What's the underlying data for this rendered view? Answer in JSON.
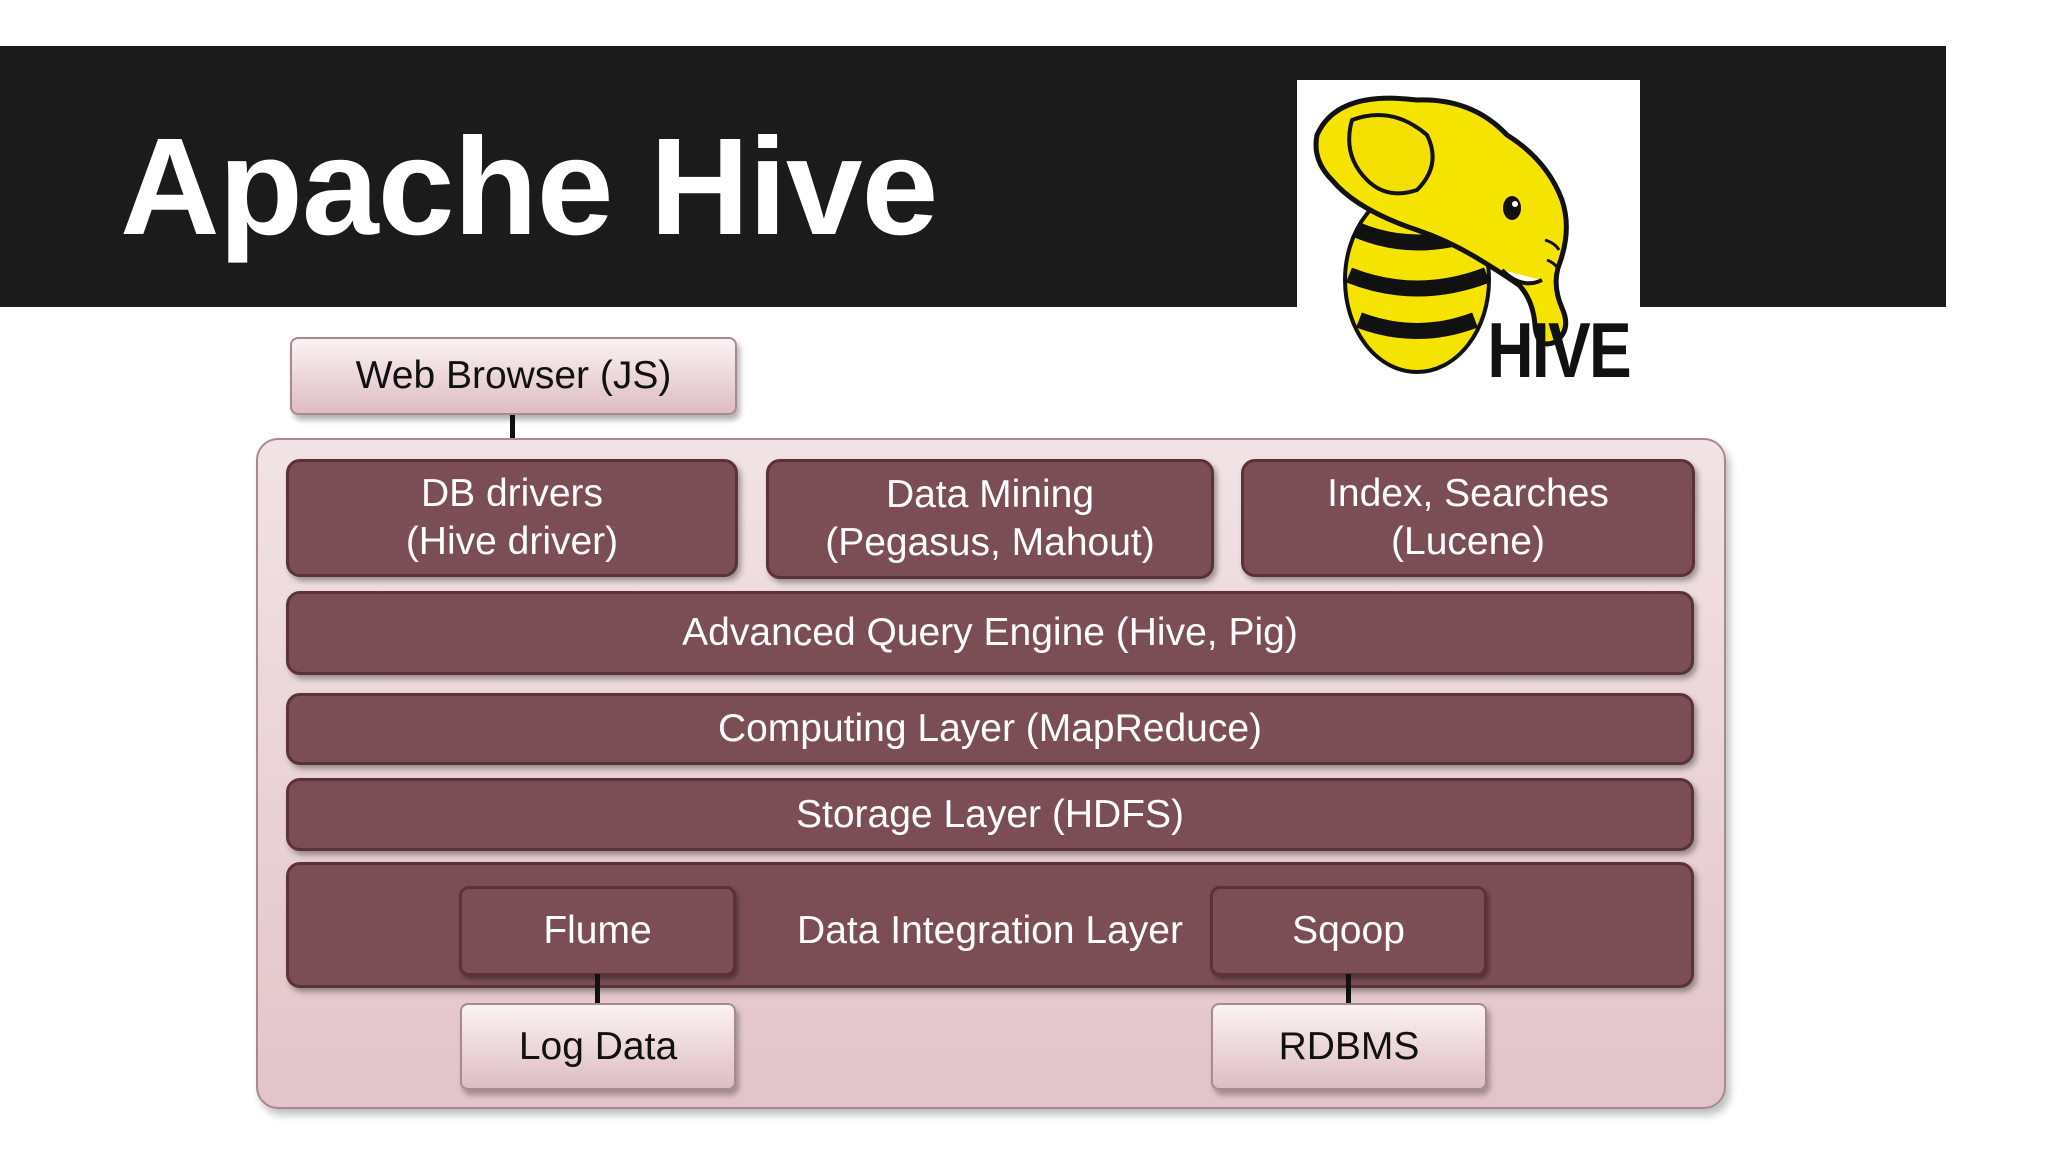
{
  "slide": {
    "title": "Apache Hive",
    "logo_text": "HIVE"
  },
  "diagram": {
    "client": "Web Browser (JS)",
    "top_components": [
      {
        "line1": "DB drivers",
        "line2": "(Hive driver)"
      },
      {
        "line1": "Data Mining",
        "line2": "(Pegasus, Mahout)"
      },
      {
        "line1": "Index, Searches",
        "line2": "(Lucene)"
      }
    ],
    "layers": {
      "query_engine": "Advanced Query Engine (Hive, Pig)",
      "computing": "Computing Layer (MapReduce)",
      "storage": "Storage Layer (HDFS)",
      "integration": "Data Integration Layer"
    },
    "integration_tools": {
      "left": "Flume",
      "right": "Sqoop"
    },
    "sources": {
      "left": "Log Data",
      "right": "RDBMS"
    }
  },
  "colors": {
    "title_bar": "#1b1b1b",
    "dark_box": "#7b4e55",
    "outer_box": "#e8d0d4",
    "logo_yellow": "#f5e400"
  }
}
